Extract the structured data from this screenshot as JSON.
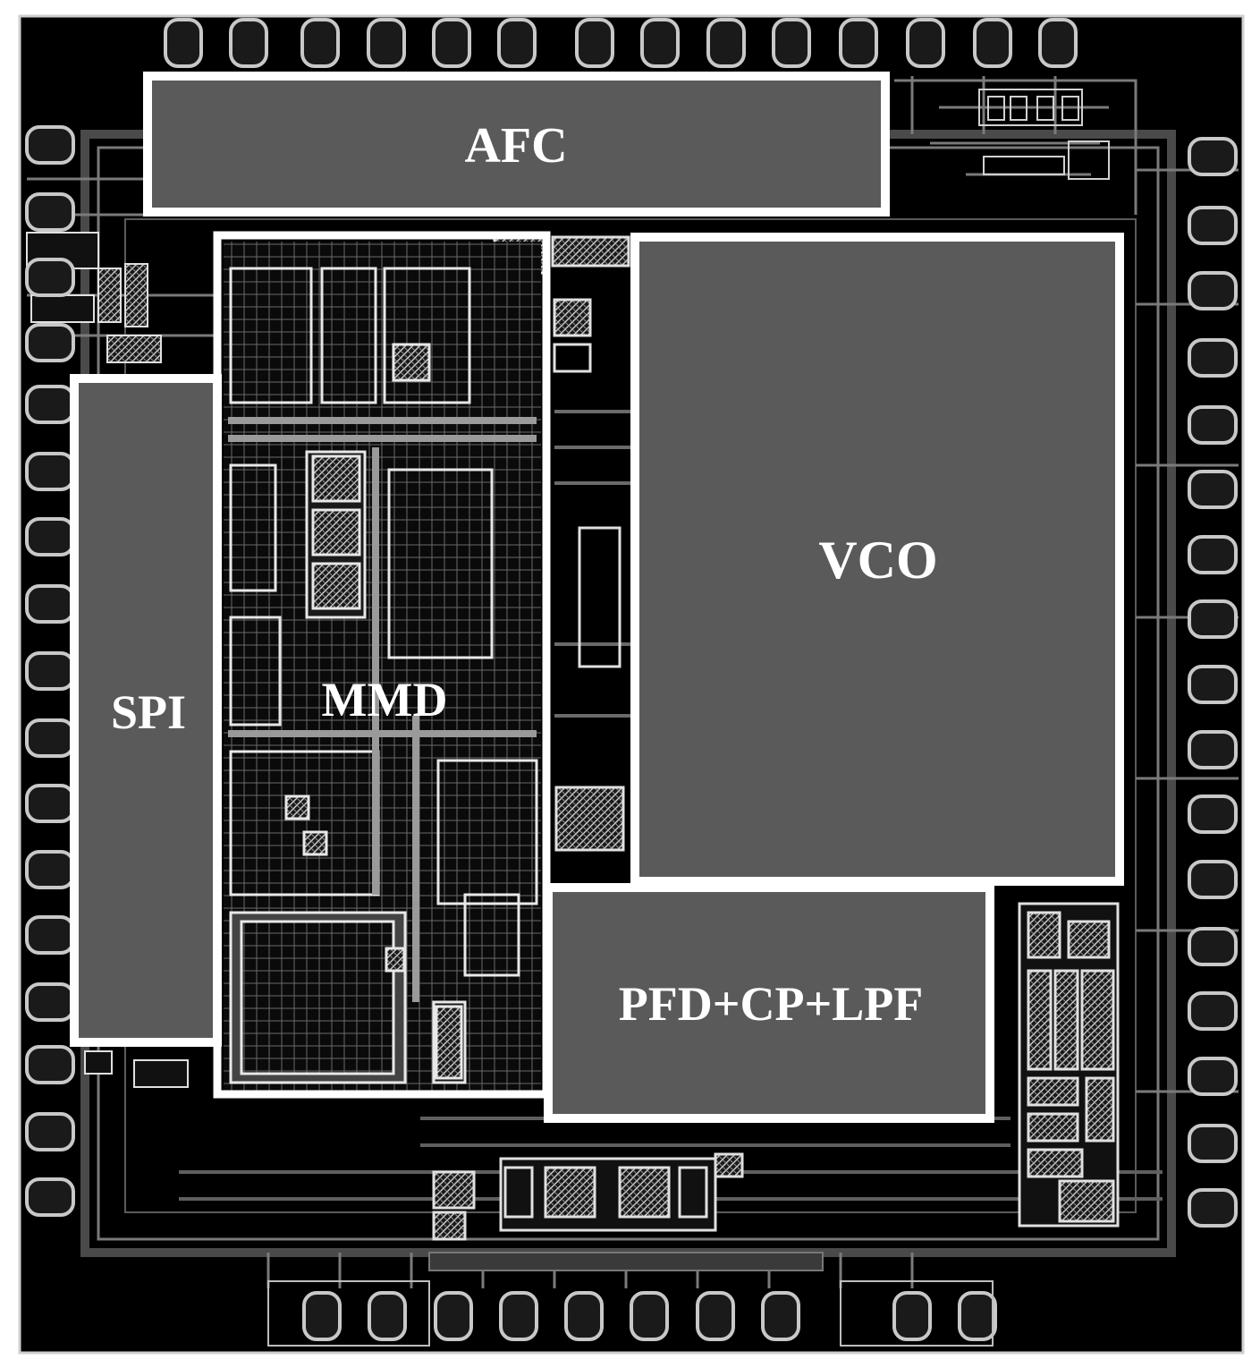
{
  "blocks": {
    "afc": {
      "label": "AFC"
    },
    "spi": {
      "label": "SPI"
    },
    "mmd": {
      "label": "MMD"
    },
    "vco": {
      "label": "VCO"
    },
    "pfd": {
      "label": "PFD+CP+LPF"
    }
  },
  "colors": {
    "background": "#ffffff",
    "die": "#000000",
    "block_fill": "#5a5a5a",
    "block_border": "#ffffff",
    "pad": "#c8c8c8",
    "wiring": "#7a7a7a"
  }
}
